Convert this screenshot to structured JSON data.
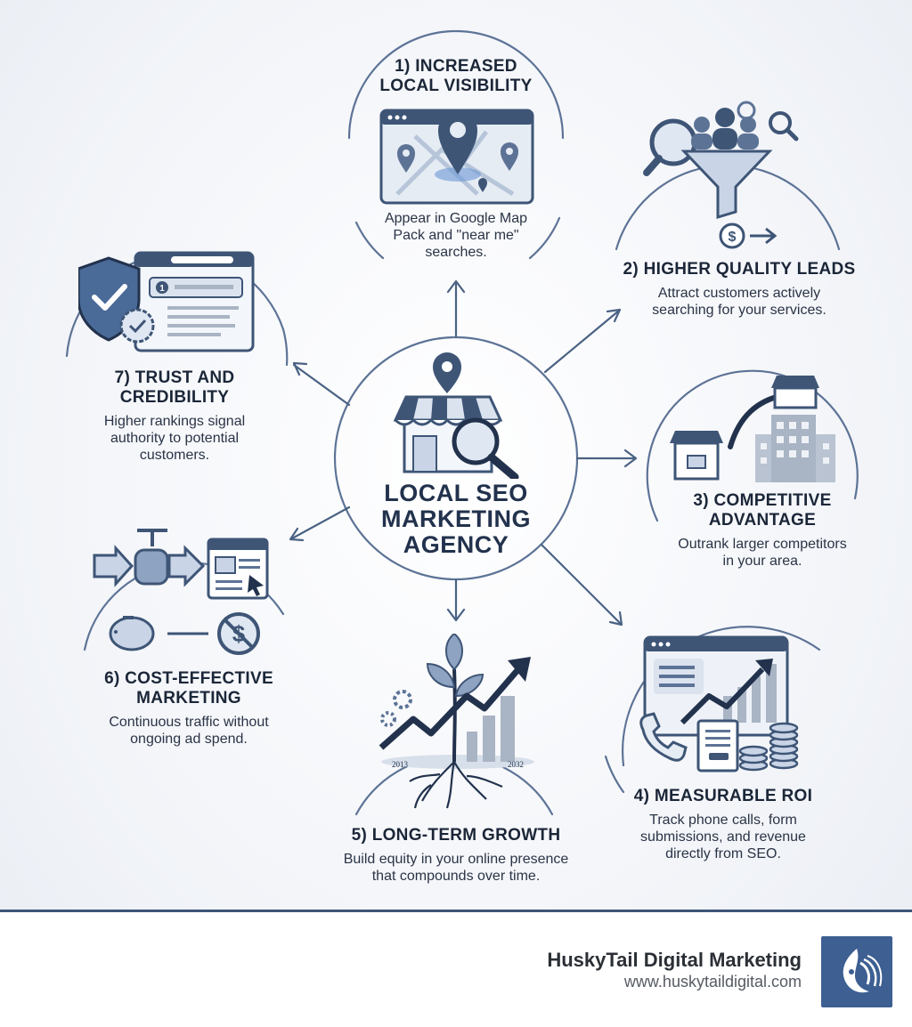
{
  "center": {
    "title": "LOCAL SEO\nMARKETING\nAGENCY"
  },
  "benefits": [
    {
      "title": "1) INCREASED\nLOCAL VISIBILITY",
      "desc": "Appear in Google Map\nPack and \"near me\"\nsearches."
    },
    {
      "title": "2) HIGHER QUALITY LEADS",
      "desc": "Attract customers actively\nsearching for your services."
    },
    {
      "title": "3) COMPETITIVE\nADVANTAGE",
      "desc": "Outrank larger competitors\nin your area."
    },
    {
      "title": "4) MEASURABLE ROI",
      "desc": "Track phone calls, form\nsubmissions, and revenue\ndirectly from SEO."
    },
    {
      "title": "5) LONG-TERM GROWTH",
      "desc": "Build equity in your online presence\nthat compounds over time."
    },
    {
      "title": "6) COST-EFFECTIVE\nMARKETING",
      "desc": "Continuous traffic without\nongoing ad spend."
    },
    {
      "title": "7) TRUST AND\nCREDIBILITY",
      "desc": "Higher rankings signal\nauthority to potential\ncustomers."
    }
  ],
  "growth_years": {
    "start": "2013",
    "end": "2032"
  },
  "footer": {
    "brand_name": "HuskyTail Digital Marketing",
    "url": "www.huskytaildigital.com"
  },
  "colors": {
    "primary": "#3e5576",
    "accent": "#4a6a98",
    "light": "#c9d5e6",
    "text": "#1e2a3c"
  }
}
